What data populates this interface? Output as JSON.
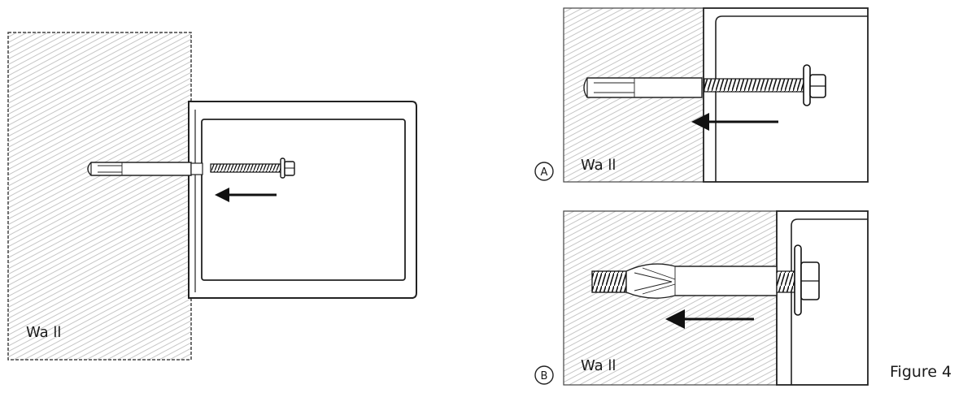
{
  "figure_caption": "Figure 4",
  "panels": {
    "main": {
      "wall_label": "Wa ll"
    },
    "a": {
      "marker": "A",
      "wall_label": "Wa ll"
    },
    "b": {
      "marker": "B",
      "wall_label": "Wa ll"
    }
  }
}
